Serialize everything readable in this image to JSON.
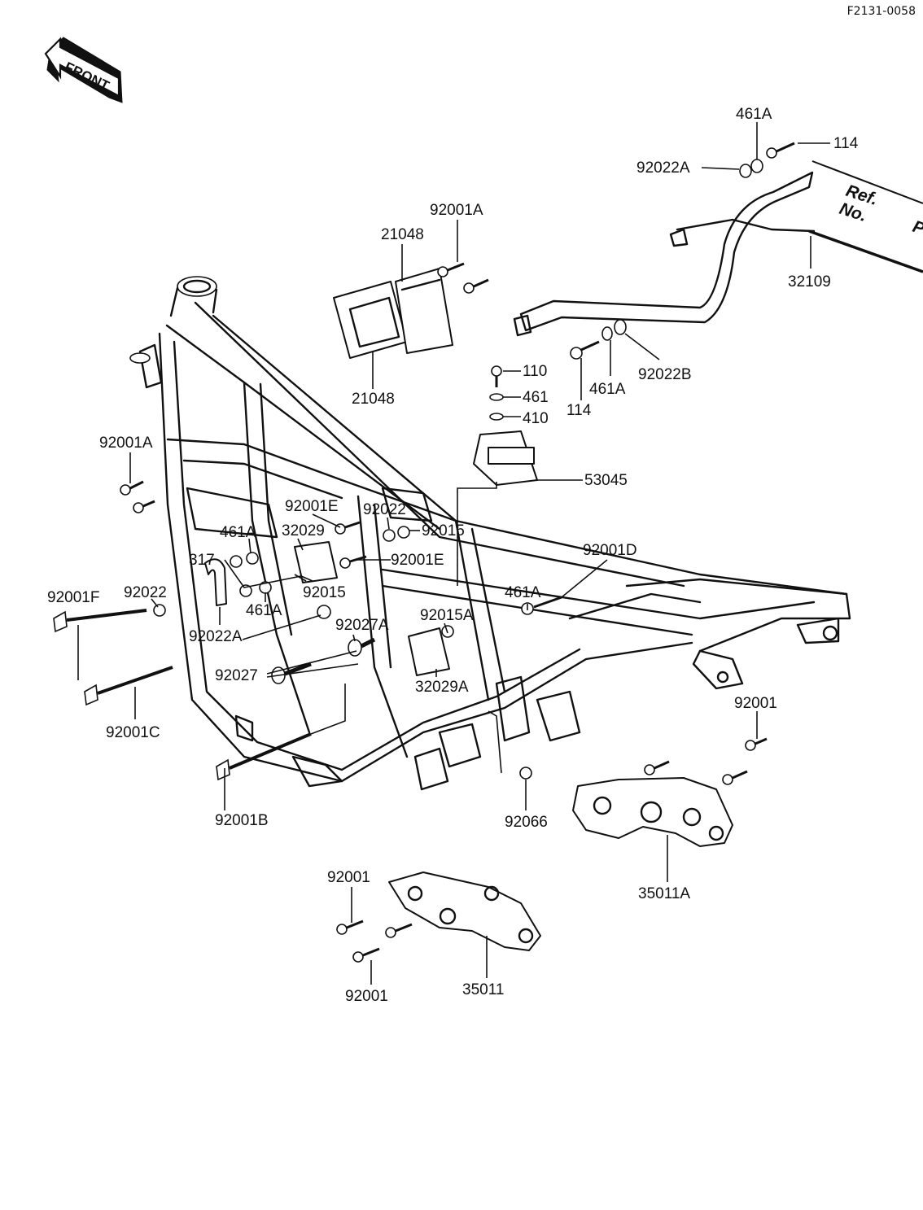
{
  "drawing_code": "F2131-0058",
  "front_indicator": "FRONT",
  "ref_note": {
    "line1": "Ref.",
    "line2": "No.",
    "line3": "P"
  },
  "callouts": [
    "461A",
    "114",
    "92022A",
    "32109",
    "92001A",
    "21048",
    "21048",
    "92022B",
    "461A",
    "114",
    "110",
    "461",
    "410",
    "53045",
    "92001A",
    "92001E",
    "92022",
    "92015",
    "461A",
    "32029",
    "92001E",
    "317",
    "92015",
    "461A",
    "92022",
    "92001F",
    "92022A",
    "92027A",
    "92015A",
    "461A",
    "92001D",
    "92027",
    "32029A",
    "92001C",
    "92001",
    "92001B",
    "92066",
    "35011A",
    "92001",
    "92001",
    "35011"
  ]
}
